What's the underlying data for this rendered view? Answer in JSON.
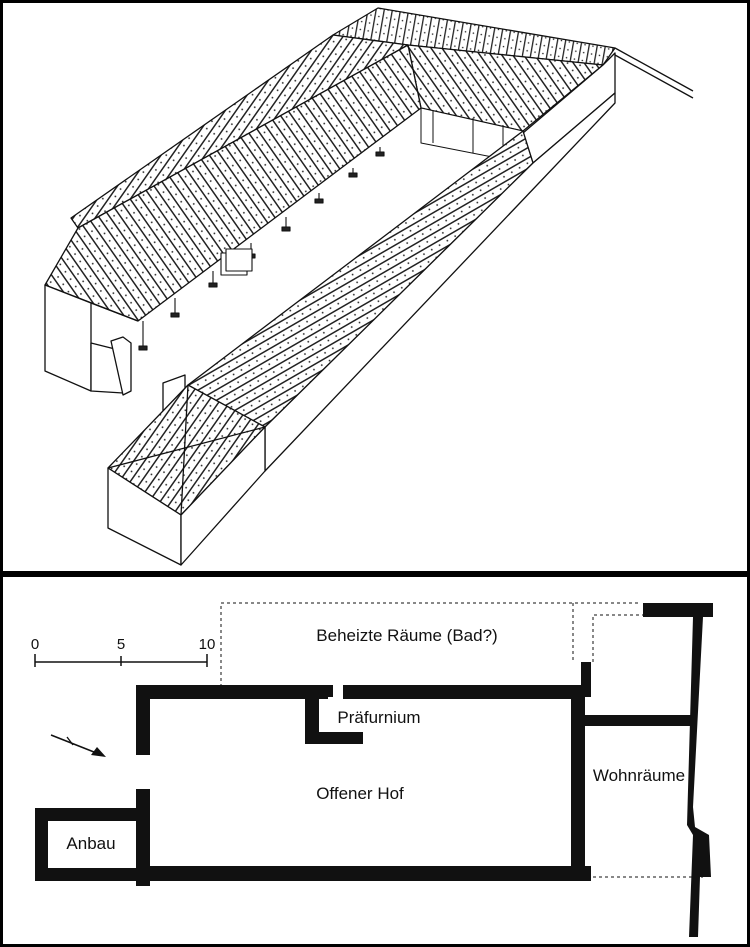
{
  "reconstruction": {
    "caption": ""
  },
  "plan": {
    "scale": {
      "ticks": [
        "0",
        "5",
        "10"
      ]
    },
    "rooms": {
      "heated": "Beheizte Räume (Bad?)",
      "praefurnium": "Präfurnium",
      "courtyard": "Offener Hof",
      "living": "Wohnräume",
      "annex": "Anbau"
    }
  }
}
